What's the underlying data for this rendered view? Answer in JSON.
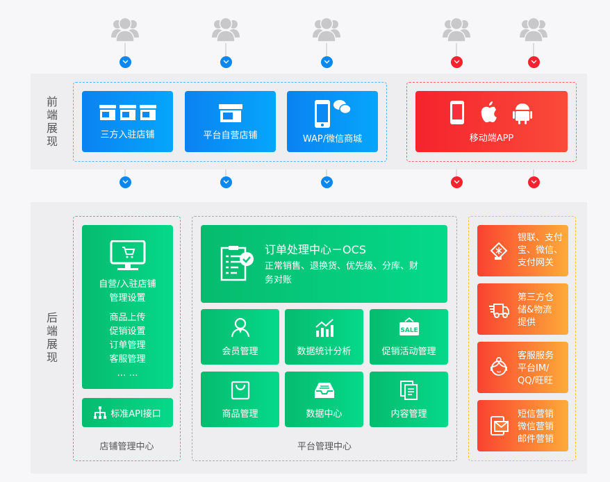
{
  "front": {
    "label": "前端展现",
    "cards": [
      {
        "label": "三方入驻店铺",
        "icon": "three-stores-icon"
      },
      {
        "label": "平台自营店铺",
        "icon": "store-icon"
      },
      {
        "label": "WAP/微信商城",
        "icon": "phone-wechat-icon"
      },
      {
        "label": "移动端APP",
        "icon": "mobile-apple-android-icon"
      }
    ]
  },
  "back": {
    "label": "后端展现",
    "store_center": {
      "title_line1": "自营/入驻店铺",
      "title_line2": "管理设置",
      "items": [
        "商品上传",
        "促销设置",
        "订单管理",
        "客服管理",
        "… …"
      ],
      "api_label": "标准API接口",
      "footer": "店铺管理中心"
    },
    "platform_center": {
      "ocs_title": "订单处理中心－OCS",
      "ocs_desc": "正常销售、退换货、优先级、分库、财务对账",
      "modules": [
        {
          "label": "会员管理",
          "icon": "user-icon"
        },
        {
          "label": "数据统计分析",
          "icon": "chart-icon"
        },
        {
          "label": "促销活动管理",
          "icon": "sale-sign-icon"
        },
        {
          "label": "商品管理",
          "icon": "bag-icon"
        },
        {
          "label": "数据中心",
          "icon": "inbox-icon"
        },
        {
          "label": "内容管理",
          "icon": "documents-icon"
        }
      ],
      "footer": "平台管理中心"
    },
    "services": [
      {
        "lines": [
          "银联、支付",
          "宝、微信、",
          "支付网关"
        ],
        "icon": "payment-icon"
      },
      {
        "lines": [
          "第三方仓",
          "储&物流",
          "提供"
        ],
        "icon": "truck-icon"
      },
      {
        "lines": [
          "客服服务",
          "平台IM/",
          "QQ/旺旺"
        ],
        "icon": "customer-service-icon"
      },
      {
        "lines": [
          "短信营销",
          "微信营销",
          "邮件营销"
        ],
        "icon": "message-icon"
      }
    ]
  },
  "colors": {
    "blue": "#0a88f0",
    "red": "#f5232d",
    "green": "#06c97a",
    "orange": "#fd7a34"
  }
}
